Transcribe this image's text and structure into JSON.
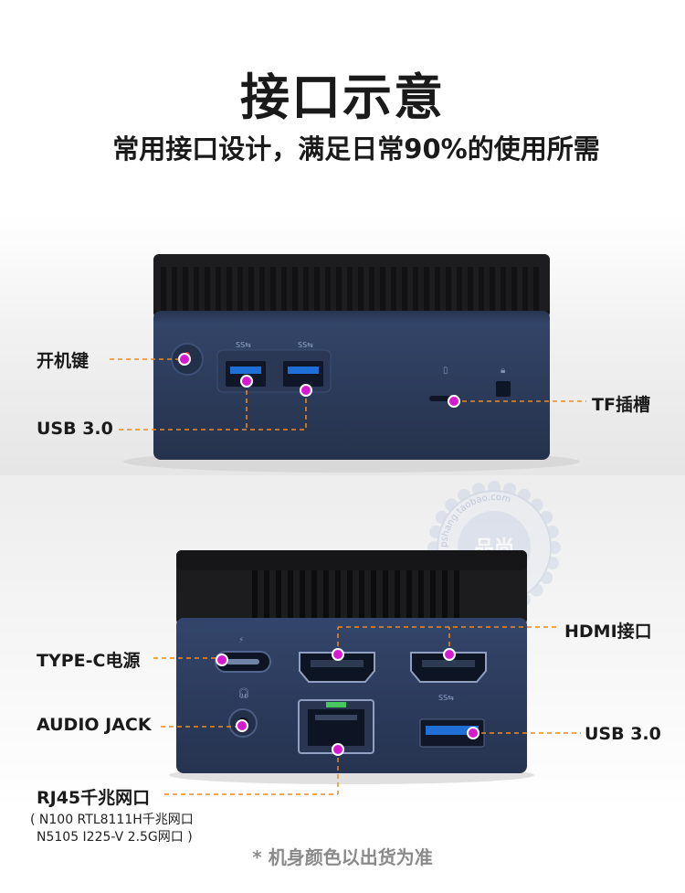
{
  "title": "接口示意",
  "subtitle": "常用接口设计，满足日常90%的使用所需",
  "front": {
    "power_label": "开机键",
    "usb_label": "USB 3.0",
    "tf_label": "TF插槽"
  },
  "back": {
    "typec_label": "TYPE-C电源",
    "audio_label": "AUDIO JACK",
    "rj45_label": "RJ45千兆网口",
    "rj45_note_line1": "( N100 RTL8111H千兆网口",
    "rj45_note_line2": "N5105 I225-V 2.5G网口 )",
    "hdmi_label": "HDMI接口",
    "usb_label": "USB 3.0"
  },
  "watermark": {
    "center_text": "品尚",
    "ring_text": "pshang.taobao.com"
  },
  "disclaimer": "* 机身颜色以出货为准",
  "colors": {
    "body_navy": "#2e3e5c",
    "grille_black": "#1b1b1d",
    "accent_orange": "#f08a1c",
    "dot_magenta": "#d61ad0",
    "port_blue": "#1f6fd6"
  }
}
